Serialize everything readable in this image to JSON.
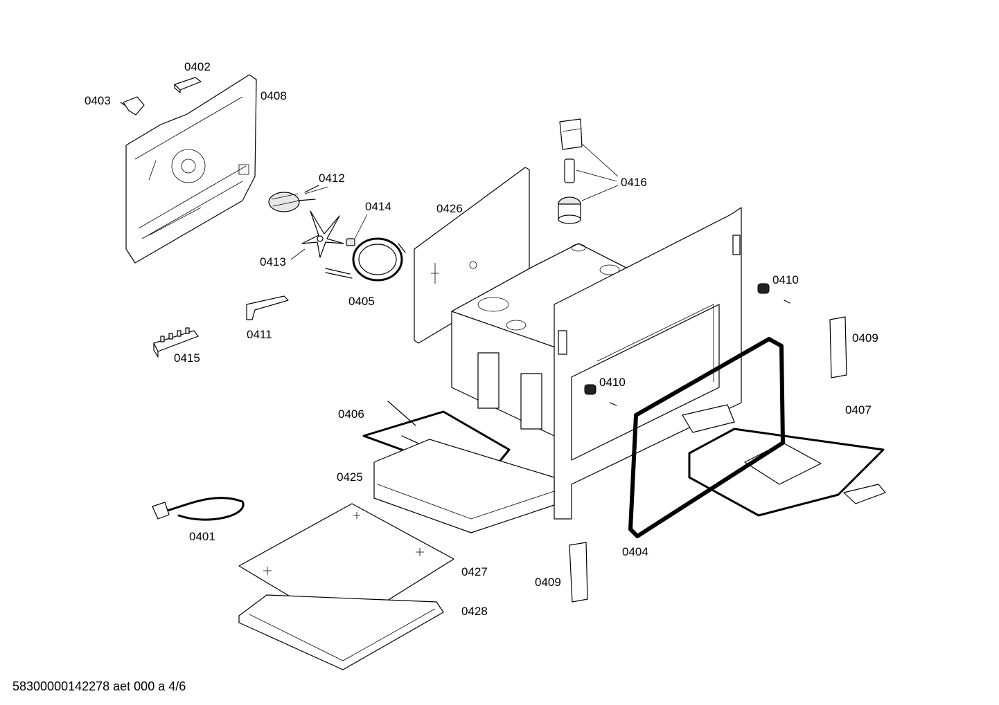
{
  "labels": {
    "p0401": "0401",
    "p0402": "0402",
    "p0403": "0403",
    "p0404": "0404",
    "p0405": "0405",
    "p0406": "0406",
    "p0407": "0407",
    "p0408": "0408",
    "p0409a": "0409",
    "p0409b": "0409",
    "p0410a": "0410",
    "p0410b": "0410",
    "p0411": "0411",
    "p0412": "0412",
    "p0413": "0413",
    "p0414": "0414",
    "p0415": "0415",
    "p0416": "0416",
    "p0425": "0425",
    "p0426": "0426",
    "p0427": "0427",
    "p0428": "0428"
  },
  "footer": "58300000142278 aet 000 a 4/6"
}
